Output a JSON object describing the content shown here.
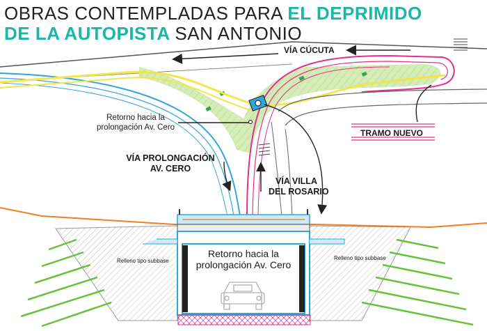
{
  "title": {
    "line1_dark": "OBRAS CONTEMPLADAS PARA ",
    "line1_highlight": "EL DEPRIMIDO",
    "line2_highlight": "DE LA AUTOPISTA ",
    "line2_dark": "SAN ANTONIO"
  },
  "labels": {
    "via_cucuta": "VÍA CÚCUTA",
    "tramo_nuevo": "TRAMO NUEVO",
    "retorno_line1": "Retorno hacia la",
    "retorno_line2": "prolongación Av. Cero",
    "via_prolongacion_line1": "VÍA PROLONGACIÓN",
    "via_prolongacion_line2": "AV. CERO",
    "via_villa_line1": "VÍA VILLA",
    "via_villa_line2": "DEL ROSARIO",
    "tunnel_line1": "Retorno hacia la",
    "tunnel_line2": "prolongación Av. Cero",
    "relleno_left": "Relleno tipo subbase",
    "relleno_right": "Relleno tipo subbase"
  },
  "colors": {
    "title_highlight": "#19b7a8",
    "title_dark": "#222222",
    "green_area": "#d6ecb6",
    "road_yellow": "#f2e64a",
    "road_blue": "#35a4dc",
    "road_magenta": "#e0308f",
    "terrain_orange": "#f07f1e",
    "fill_green_lines": "#67c23a",
    "tunnel_blue": "#2ea7d8"
  }
}
